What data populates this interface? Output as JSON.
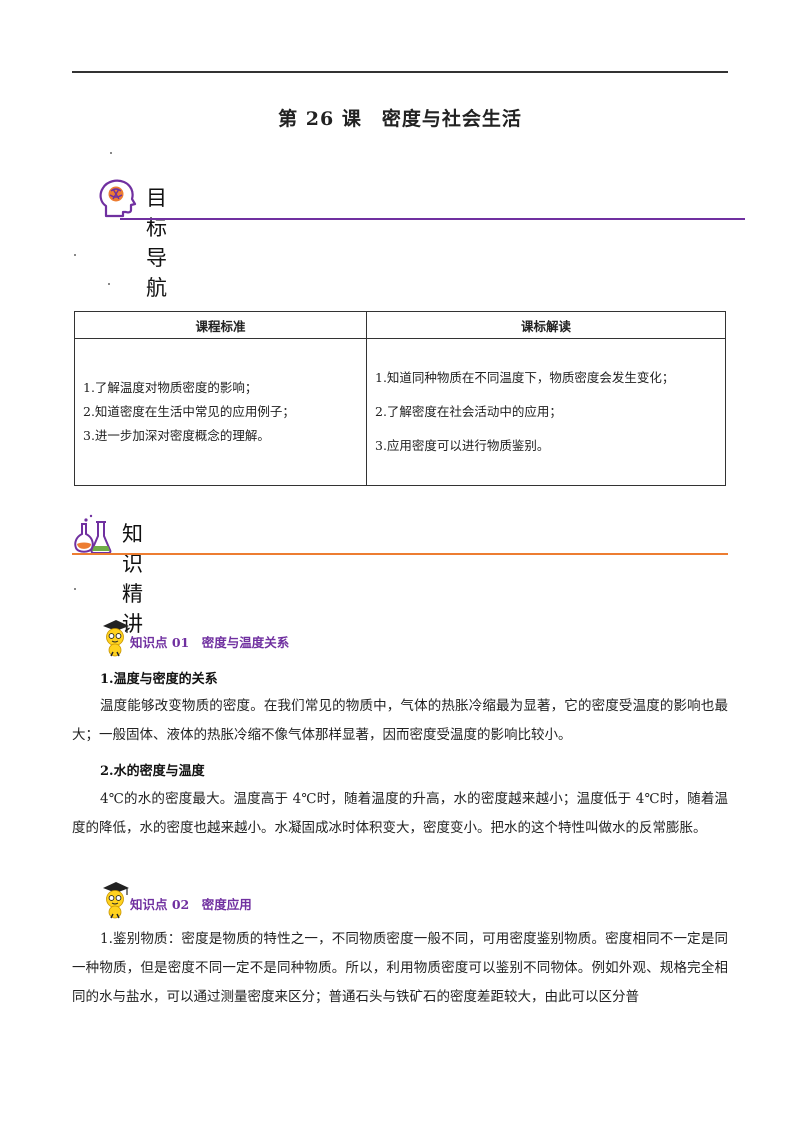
{
  "document": {
    "title": "第 26 课　密度与社会生活"
  },
  "sections": {
    "goals": {
      "title": "目标导航",
      "icon": "brain-head-icon",
      "rule_color": "#7030a0"
    },
    "knowledge": {
      "title": "知识精讲",
      "icon": "lab-flask-icon",
      "rule_color": "#ed7d31"
    }
  },
  "table": {
    "headers": [
      "课程标准",
      "课标解读"
    ],
    "standards": [
      "1.了解温度对物质密度的影响；",
      "2.知道密度在生活中常见的应用例子；",
      "3.进一步加深对密度概念的理解。"
    ],
    "interpretations": [
      "1.知道同种物质在不同温度下，物质密度会发生变化；",
      "2.了解密度在社会活动中的应用；",
      "3.应用密度可以进行物质鉴别。"
    ]
  },
  "knowledge_points": [
    {
      "title": "知识点 01　密度与温度关系",
      "icon": "scholar-mascot-icon",
      "subsections": [
        {
          "heading": "1.温度与密度的关系",
          "text": "温度能够改变物质的密度。在我们常见的物质中，气体的热胀冷缩最为显著，它的密度受温度的影响也最大；一般固体、液体的热胀冷缩不像气体那样显著，因而密度受温度的影响比较小。"
        },
        {
          "heading": "2.水的密度与温度",
          "text": "4℃的水的密度最大。温度高于 4℃时，随着温度的升高，水的密度越来越小；温度低于 4℃时，随着温度的降低，水的密度也越来越小。水凝固成冰时体积变大，密度变小。把水的这个特性叫做水的反常膨胀。"
        }
      ]
    },
    {
      "title": "知识点 02　密度应用",
      "icon": "scholar-mascot-icon",
      "text": "1.鉴别物质：密度是物质的特性之一，不同物质密度一般不同，可用密度鉴别物质。密度相同不一定是同一种物质，但是密度不同一定不是同种物质。所以，利用物质密度可以鉴别不同物体。例如外观、规格完全相同的水与盐水，可以通过测量密度来区分；普通石头与铁矿石的密度差距较大，由此可以区分普"
    }
  ]
}
